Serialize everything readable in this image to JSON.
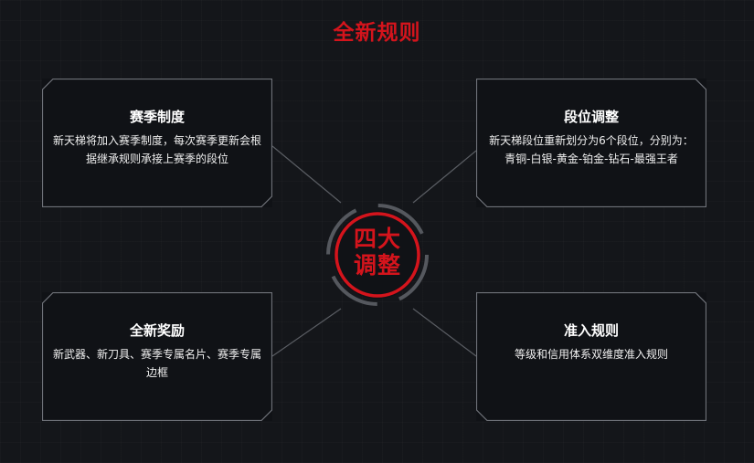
{
  "page": {
    "title": "全新规则",
    "accent_color": "#d4141c",
    "center_label_line1": "四大",
    "center_label_line2": "调整"
  },
  "cards": {
    "season": {
      "title": "赛季制度",
      "body": "新天梯将加入赛季制度，每次赛季更新会根据继承规则承接上赛季的段位"
    },
    "rank": {
      "title": "段位调整",
      "body_line1": "新天梯段位重新划分为6个段位，分别为：",
      "body_line2": "青铜-白银-黄金-铂金-钻石-最强王者"
    },
    "reward": {
      "title": "全新奖励",
      "body": "新武器、新刀具、赛季专属名片、赛季专属边框"
    },
    "entry": {
      "title": "准入规则",
      "body": "等级和信用体系双维度准入规则"
    }
  }
}
